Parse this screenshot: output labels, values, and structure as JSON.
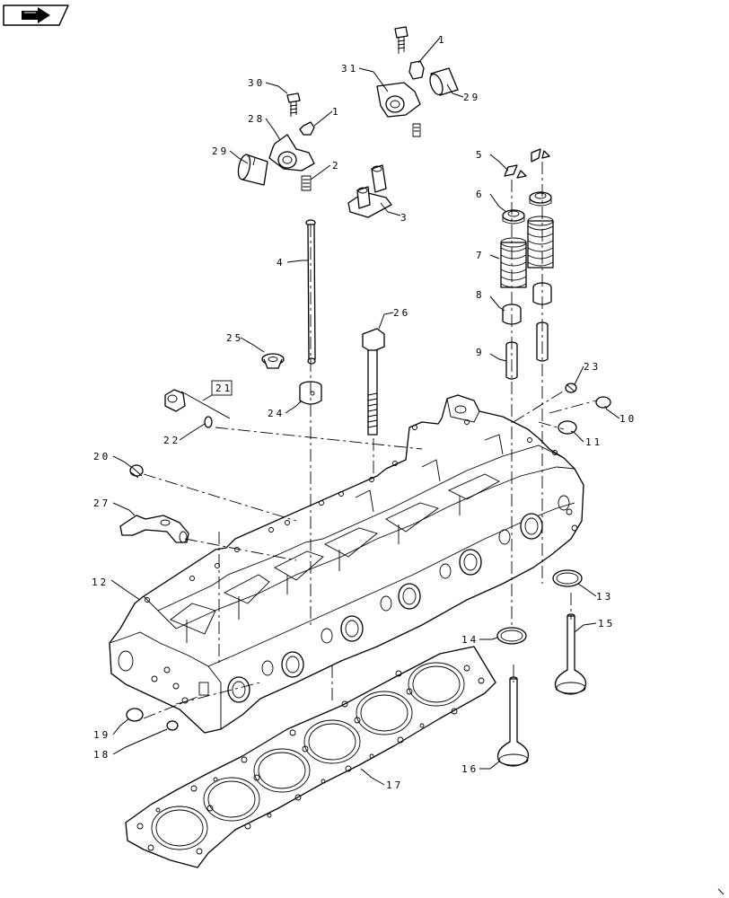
{
  "nav_icon": "arrow-right-icon",
  "ref_box": "21",
  "callouts": [
    {
      "id": "c1a",
      "label": "1"
    },
    {
      "id": "c1b",
      "label": "1"
    },
    {
      "id": "c2",
      "label": "2"
    },
    {
      "id": "c3",
      "label": "3"
    },
    {
      "id": "c4",
      "label": "4"
    },
    {
      "id": "c5",
      "label": "5"
    },
    {
      "id": "c6",
      "label": "6"
    },
    {
      "id": "c7",
      "label": "7"
    },
    {
      "id": "c8",
      "label": "8"
    },
    {
      "id": "c9",
      "label": "9"
    },
    {
      "id": "c10",
      "label": "10"
    },
    {
      "id": "c11",
      "label": "11"
    },
    {
      "id": "c12",
      "label": "12"
    },
    {
      "id": "c13",
      "label": "13"
    },
    {
      "id": "c14",
      "label": "14"
    },
    {
      "id": "c15",
      "label": "15"
    },
    {
      "id": "c16",
      "label": "16"
    },
    {
      "id": "c17",
      "label": "17"
    },
    {
      "id": "c18",
      "label": "18"
    },
    {
      "id": "c19",
      "label": "19"
    },
    {
      "id": "c20",
      "label": "20"
    },
    {
      "id": "c22",
      "label": "22"
    },
    {
      "id": "c23",
      "label": "23"
    },
    {
      "id": "c24",
      "label": "24"
    },
    {
      "id": "c25",
      "label": "25"
    },
    {
      "id": "c26",
      "label": "26"
    },
    {
      "id": "c27",
      "label": "27"
    },
    {
      "id": "c28",
      "label": "28"
    },
    {
      "id": "c29a",
      "label": "29"
    },
    {
      "id": "c29b",
      "label": "29"
    },
    {
      "id": "c30",
      "label": "30"
    },
    {
      "id": "c31",
      "label": "31"
    }
  ]
}
